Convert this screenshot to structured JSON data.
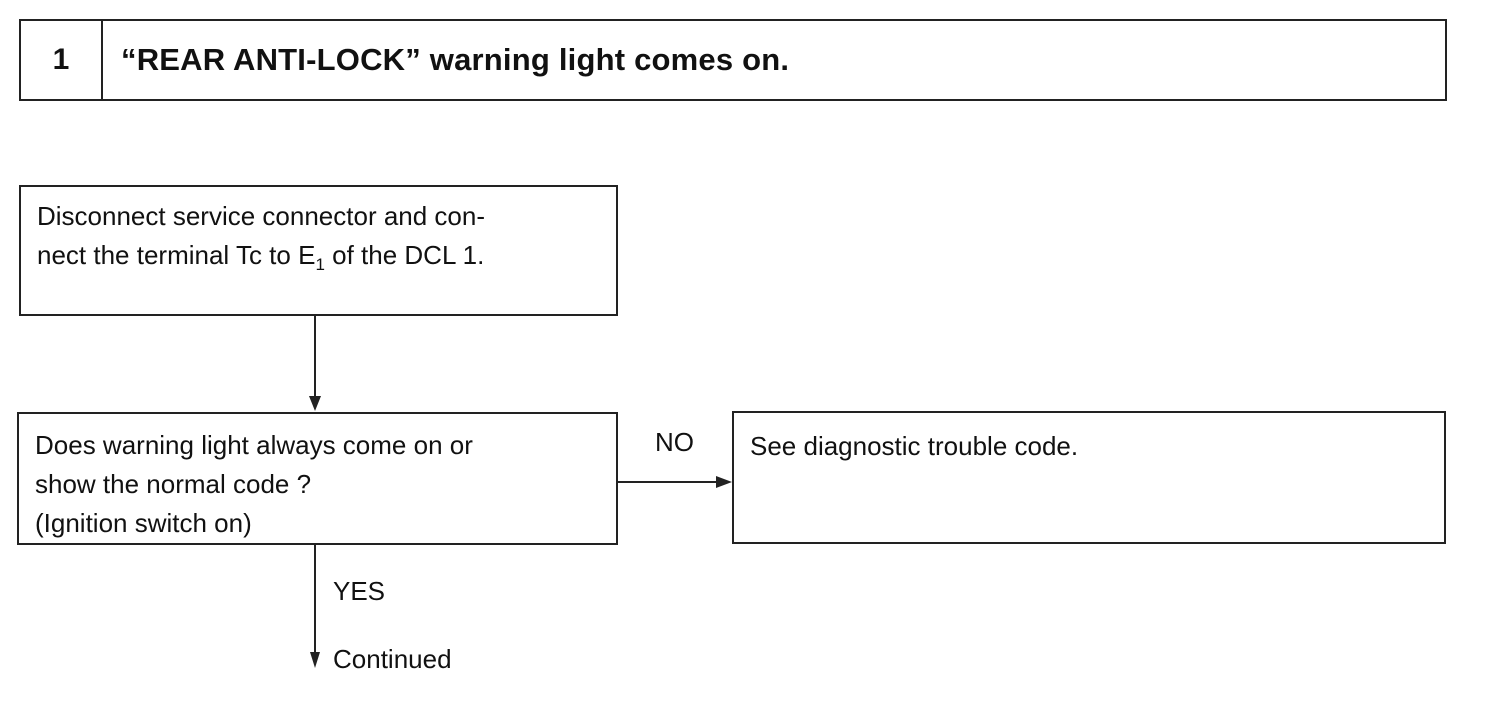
{
  "header": {
    "number": "1",
    "title": "“REAR ANTI-LOCK” warning light comes on."
  },
  "steps": {
    "step1": {
      "line1": "Disconnect service connector and con-",
      "line2_pre": "nect the terminal Tc to E",
      "line2_sub": "1",
      "line2_post": " of the DCL 1."
    },
    "step2": {
      "line1": "Does warning light always come on or",
      "line2": "show the normal code ?",
      "line3": "(Ignition switch on)"
    }
  },
  "branches": {
    "no_label": "NO",
    "no_result": "See diagnostic trouble code.",
    "yes_label": "YES",
    "continued": "Continued"
  },
  "colors": {
    "ink": "#111111",
    "background": "#ffffff"
  }
}
